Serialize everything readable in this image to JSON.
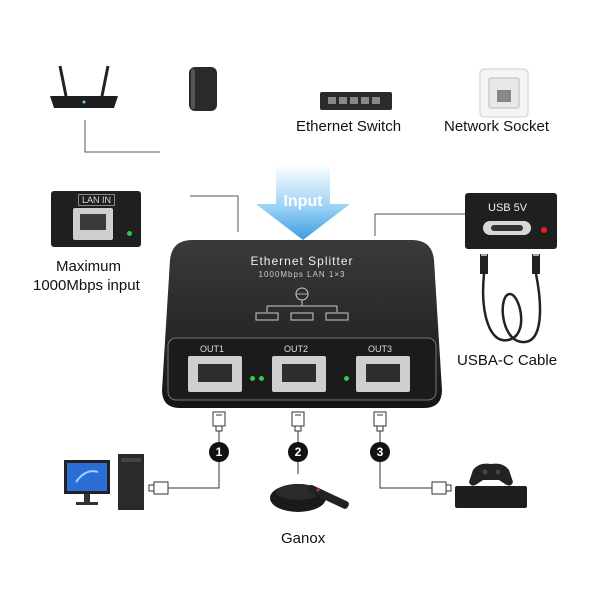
{
  "top_labels": {
    "switch": "Ethernet Switch",
    "socket": "Network Socket"
  },
  "input_arrow_label": "Input",
  "lan_in": {
    "port_label": "LAN IN",
    "caption_line1": "Maximum",
    "caption_line2": "1000Mbps input"
  },
  "usb": {
    "port_label": "USB 5V",
    "cable_caption": "USBA-C Cable"
  },
  "splitter": {
    "title": "Ethernet Splitter",
    "subtitle": "1000Mbps LAN 1×3",
    "ports": [
      "OUT1",
      "OUT2",
      "OUT3"
    ]
  },
  "outputs": {
    "badges": [
      "1",
      "2",
      "3"
    ],
    "center_caption": "Ganox"
  },
  "colors": {
    "arrow_blue": "#5ab2ea",
    "device_dark": "#222222",
    "led_green": "#2ecc40",
    "led_red": "#e02020"
  }
}
